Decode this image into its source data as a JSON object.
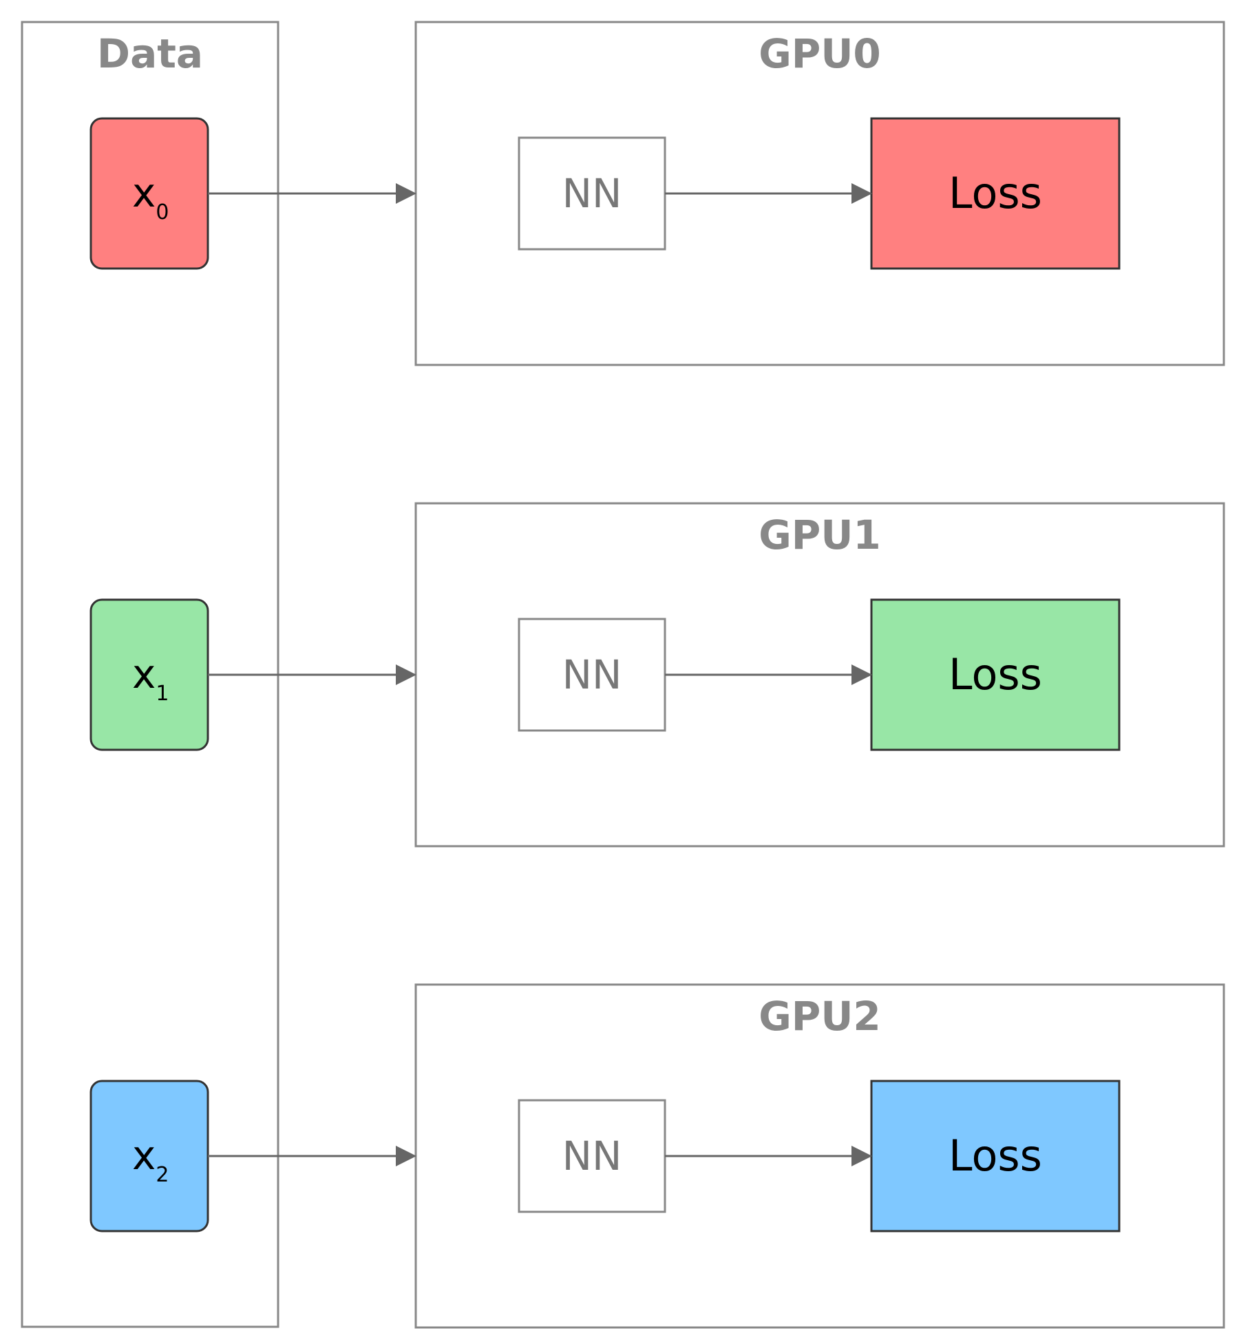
{
  "data_frame": {
    "title": "Data",
    "inputs": [
      {
        "base": "x",
        "sub": "0",
        "color": "#ff8080"
      },
      {
        "base": "x",
        "sub": "1",
        "color": "#98e6a6"
      },
      {
        "base": "x",
        "sub": "2",
        "color": "#7fc8ff"
      }
    ]
  },
  "gpus": [
    {
      "title": "GPU0",
      "nn_label": "NN",
      "loss_label": "Loss",
      "loss_color": "#ff8080"
    },
    {
      "title": "GPU1",
      "nn_label": "NN",
      "loss_label": "Loss",
      "loss_color": "#98e6a6"
    },
    {
      "title": "GPU2",
      "nn_label": "NN",
      "loss_label": "Loss",
      "loss_color": "#7fc8ff"
    }
  ],
  "colors": {
    "frame_stroke": "#888888",
    "edge": "#666666"
  }
}
